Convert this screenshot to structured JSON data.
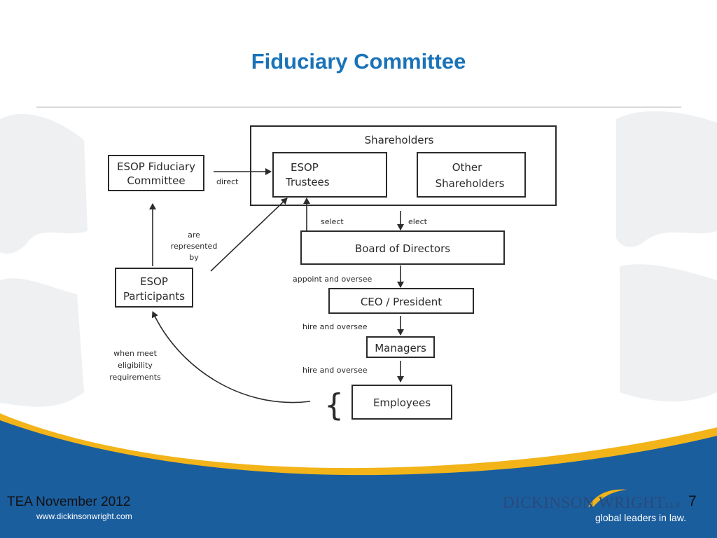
{
  "slide": {
    "title": "Fiduciary Committee",
    "footer_left": "TEA November 2012",
    "footer_url": "www.dickinsonwright.com",
    "page_number": "7"
  },
  "logo": {
    "name": "DICKINSON WRIGHT",
    "suffix": "LLP",
    "tagline": "global leaders in law."
  },
  "diagram": {
    "nodes": {
      "shareholders": "Shareholders",
      "esop_fiduciary_committee": [
        "ESOP Fiduciary",
        "Committee"
      ],
      "esop_trustees": [
        "ESOP",
        "Trustees"
      ],
      "other_shareholders": [
        "Other",
        "Shareholders"
      ],
      "board_of_directors": "Board of Directors",
      "esop_participants": [
        "ESOP",
        "Participants"
      ],
      "ceo_president": "CEO / President",
      "managers": "Managers",
      "employees": "Employees"
    },
    "edge_labels": {
      "direct": "direct",
      "select": "select",
      "elect": "elect",
      "are_represented_by": [
        "are",
        "represented",
        "by"
      ],
      "appoint_and_oversee": "appoint and oversee",
      "hire_and_oversee_1": "hire and oversee",
      "hire_and_oversee_2": "hire and oversee",
      "when_meet_eligibility": [
        "when meet",
        "eligibility",
        "requirements"
      ]
    }
  },
  "colors": {
    "title_blue": "#1a73b8",
    "footer_blue": "#1a5e9e",
    "footer_gold": "#f2b418"
  }
}
